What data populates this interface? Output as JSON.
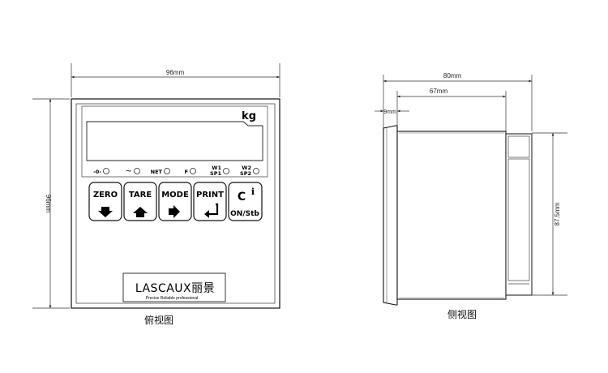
{
  "front": {
    "width_label": "96mm",
    "height_label": "96mm",
    "unit_label": "kg",
    "indicators": [
      "-0-",
      "~",
      "NET",
      "F",
      "W1\nSP1",
      "W2\nSP2"
    ],
    "buttons": [
      {
        "label": "ZERO",
        "icon": "arrow-down-icon"
      },
      {
        "label": "TARE",
        "icon": "arrow-up-icon"
      },
      {
        "label": "MODE",
        "icon": "arrow-right-icon"
      },
      {
        "label": "PRINT",
        "icon": "enter-icon"
      }
    ],
    "clear_button": {
      "label": "C",
      "sup": "i",
      "sub_label": "ON/Stb"
    },
    "brand": "LASCAUX丽景",
    "tagline": "Precise Reliable professional",
    "caption": "俯视图"
  },
  "side": {
    "total_depth_label": "80mm",
    "body_depth_label": "67mm",
    "bezel_label": "9mm",
    "height_label": "87.5mm",
    "caption": "侧视图"
  }
}
